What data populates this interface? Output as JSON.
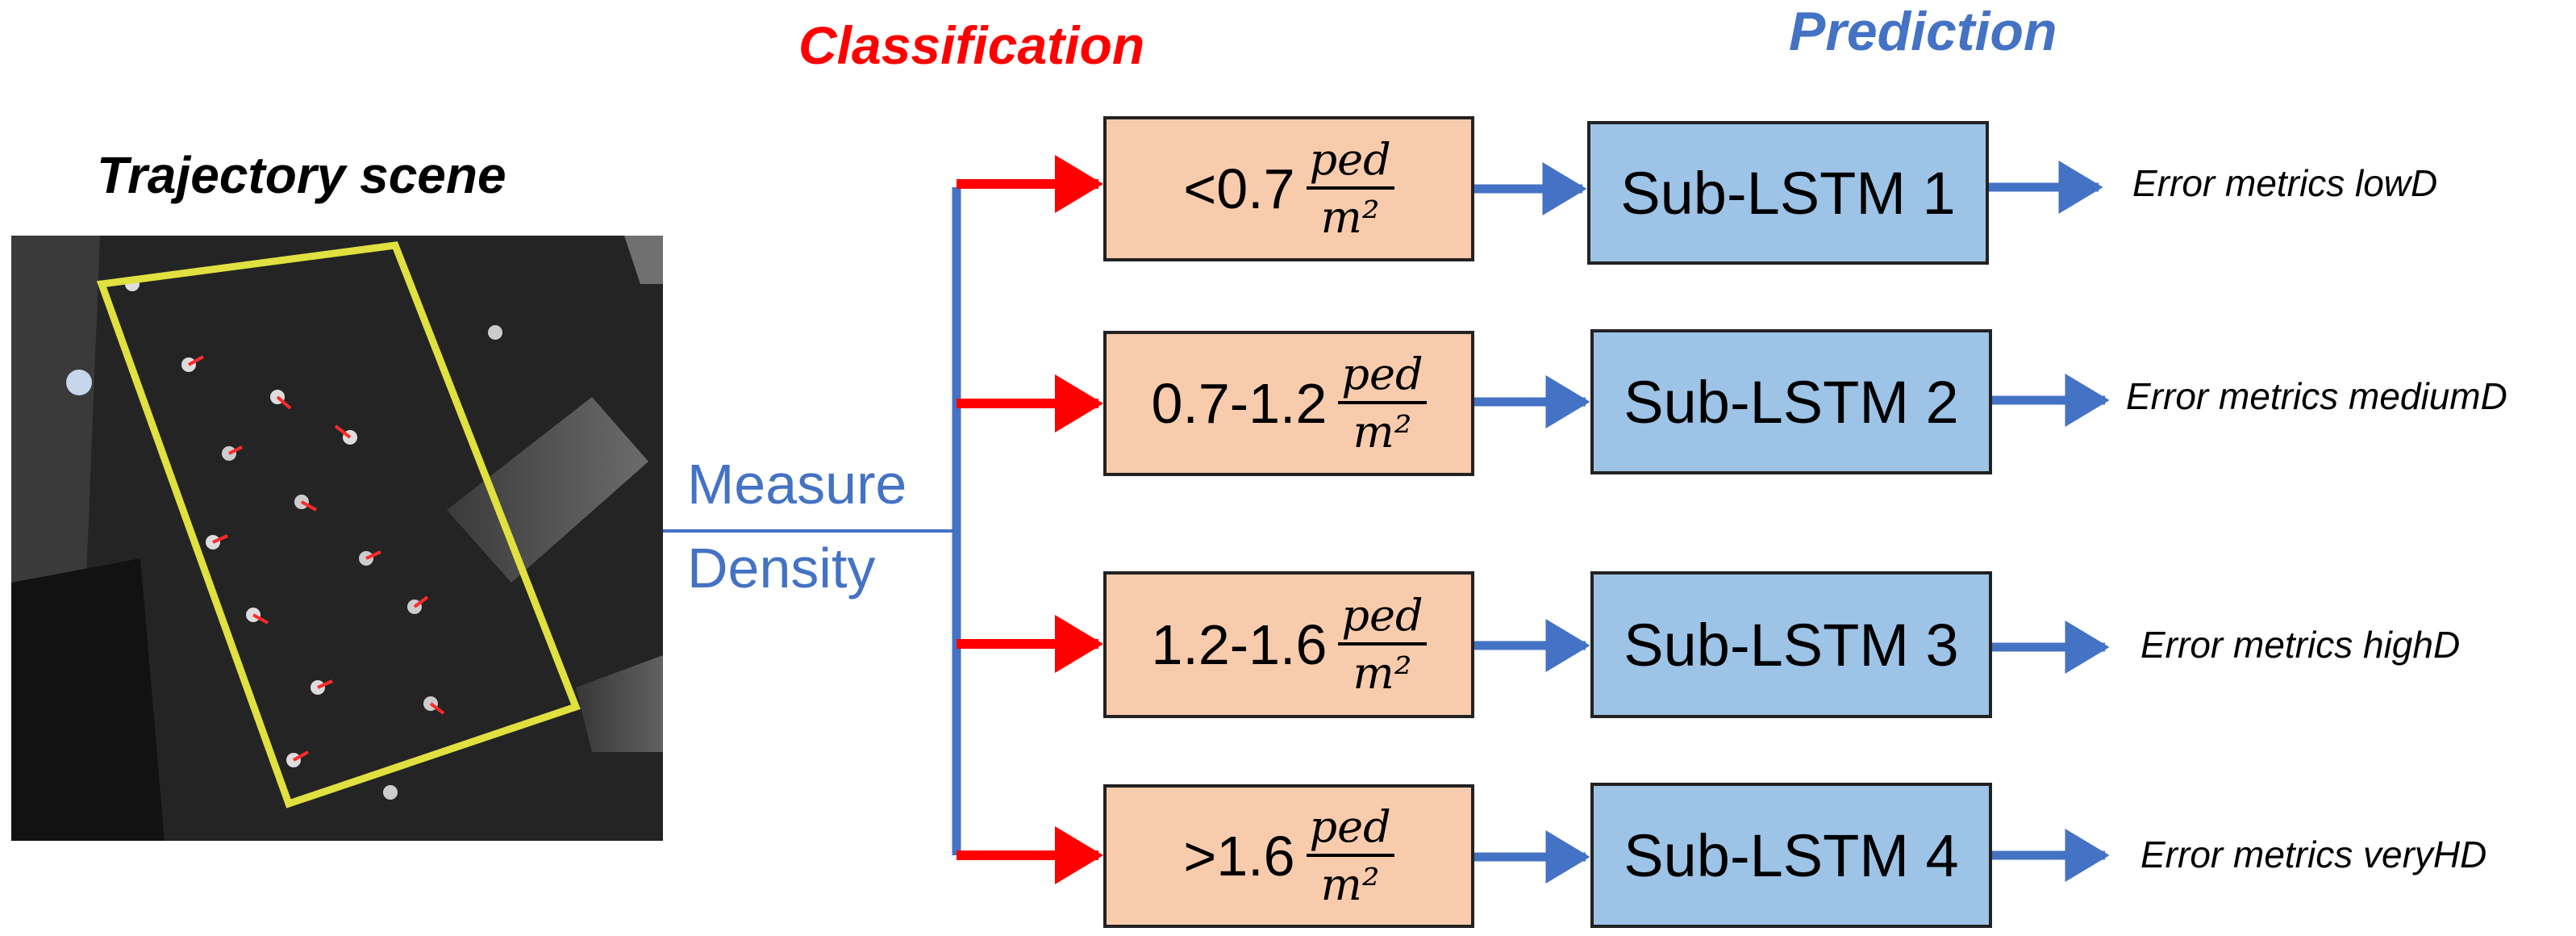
{
  "headings": {
    "classification": "Classification",
    "prediction": "Prediction",
    "scene_title": "Trajectory scene"
  },
  "measure": {
    "line1": "Measure",
    "line2": "Density"
  },
  "density_unit": {
    "numerator": "ped",
    "denominator": "m²"
  },
  "rows": [
    {
      "density": "<0.7",
      "model": "Sub-LSTM 1",
      "output": "Error metrics lowD"
    },
    {
      "density": "0.7-1.2",
      "model": "Sub-LSTM 2",
      "output": "Error metrics mediumD"
    },
    {
      "density": "1.2-1.6",
      "model": "Sub-LSTM 3",
      "output": "Error metrics highD"
    },
    {
      "density": ">1.6",
      "model": "Sub-LSTM 4",
      "output": "Error metrics veryHD"
    }
  ],
  "colors": {
    "classification_text": "#ff0000",
    "prediction_text": "#4472c4",
    "measure_text": "#4472c4",
    "classification_arrow": "#ff0000",
    "prediction_arrow": "#4472c4",
    "trunk_line": "#4472c4",
    "classification_box_fill": "#f8cbad",
    "prediction_box_fill": "#9dc3e6",
    "scene_region": "#e0e040"
  }
}
